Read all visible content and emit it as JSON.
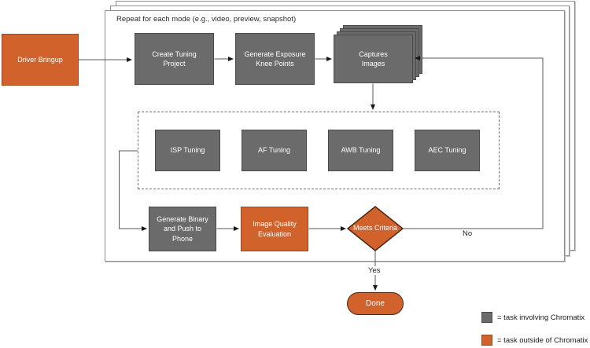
{
  "frame_label": "Repeat for each mode (e.g., video, preview, snapshot)",
  "nodes": {
    "driver_bringup": {
      "label": "Driver Bringup",
      "type": "orange"
    },
    "create_tuning_project": {
      "label": "Create Tuning Project",
      "type": "gray"
    },
    "generate_exposure_knee_points": {
      "label": "Generate Exposure Knee Points",
      "type": "gray"
    },
    "captures_images": {
      "label": "Captures Images",
      "type": "gray-stacked"
    },
    "isp_tuning": {
      "label": "ISP Tuning",
      "type": "gray"
    },
    "af_tuning": {
      "label": "AF Tuning",
      "type": "gray"
    },
    "awb_tuning": {
      "label": "AWB Tuning",
      "type": "gray"
    },
    "aec_tuning": {
      "label": "AEC Tuning",
      "type": "gray"
    },
    "generate_binary": {
      "label": "Generate Binary and Push to Phone",
      "type": "gray"
    },
    "image_quality_evaluation": {
      "label": "Image Quality Evaluation",
      "type": "orange"
    },
    "meets_criteria": {
      "label": "Meets Criteria",
      "type": "orange-diamond"
    },
    "done": {
      "label": "Done",
      "type": "orange-pill"
    }
  },
  "edge_labels": {
    "no": "No",
    "yes": "Yes"
  },
  "legend": {
    "involving": {
      "label": "= task involving Chromatix",
      "color": "#6b6b6b"
    },
    "outside": {
      "label": "= task outside of Chromatix",
      "color": "#d2622b"
    }
  },
  "colors": {
    "gray_fill": "#6b6b6b",
    "gray_border": "#4a4a4a",
    "orange_fill": "#d2622b",
    "orange_border": "#9e491c",
    "connector": "#5a5a5a",
    "frame_border": "#8f8f8f"
  }
}
